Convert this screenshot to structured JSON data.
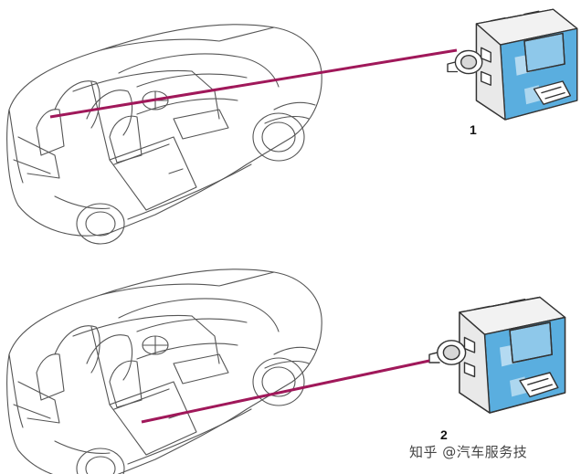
{
  "callouts": {
    "module_1": "1",
    "module_2": "2"
  },
  "watermark": "知乎 @汽车服务技",
  "colors": {
    "leader_line": "#a0185a",
    "module_fill": "#5aaedf",
    "line_art": "#555555"
  },
  "icons": {
    "car_top": "convertible-car-sketch",
    "car_bottom": "convertible-car-sketch",
    "module_top": "control-module-unit",
    "module_bottom": "control-module-unit"
  }
}
